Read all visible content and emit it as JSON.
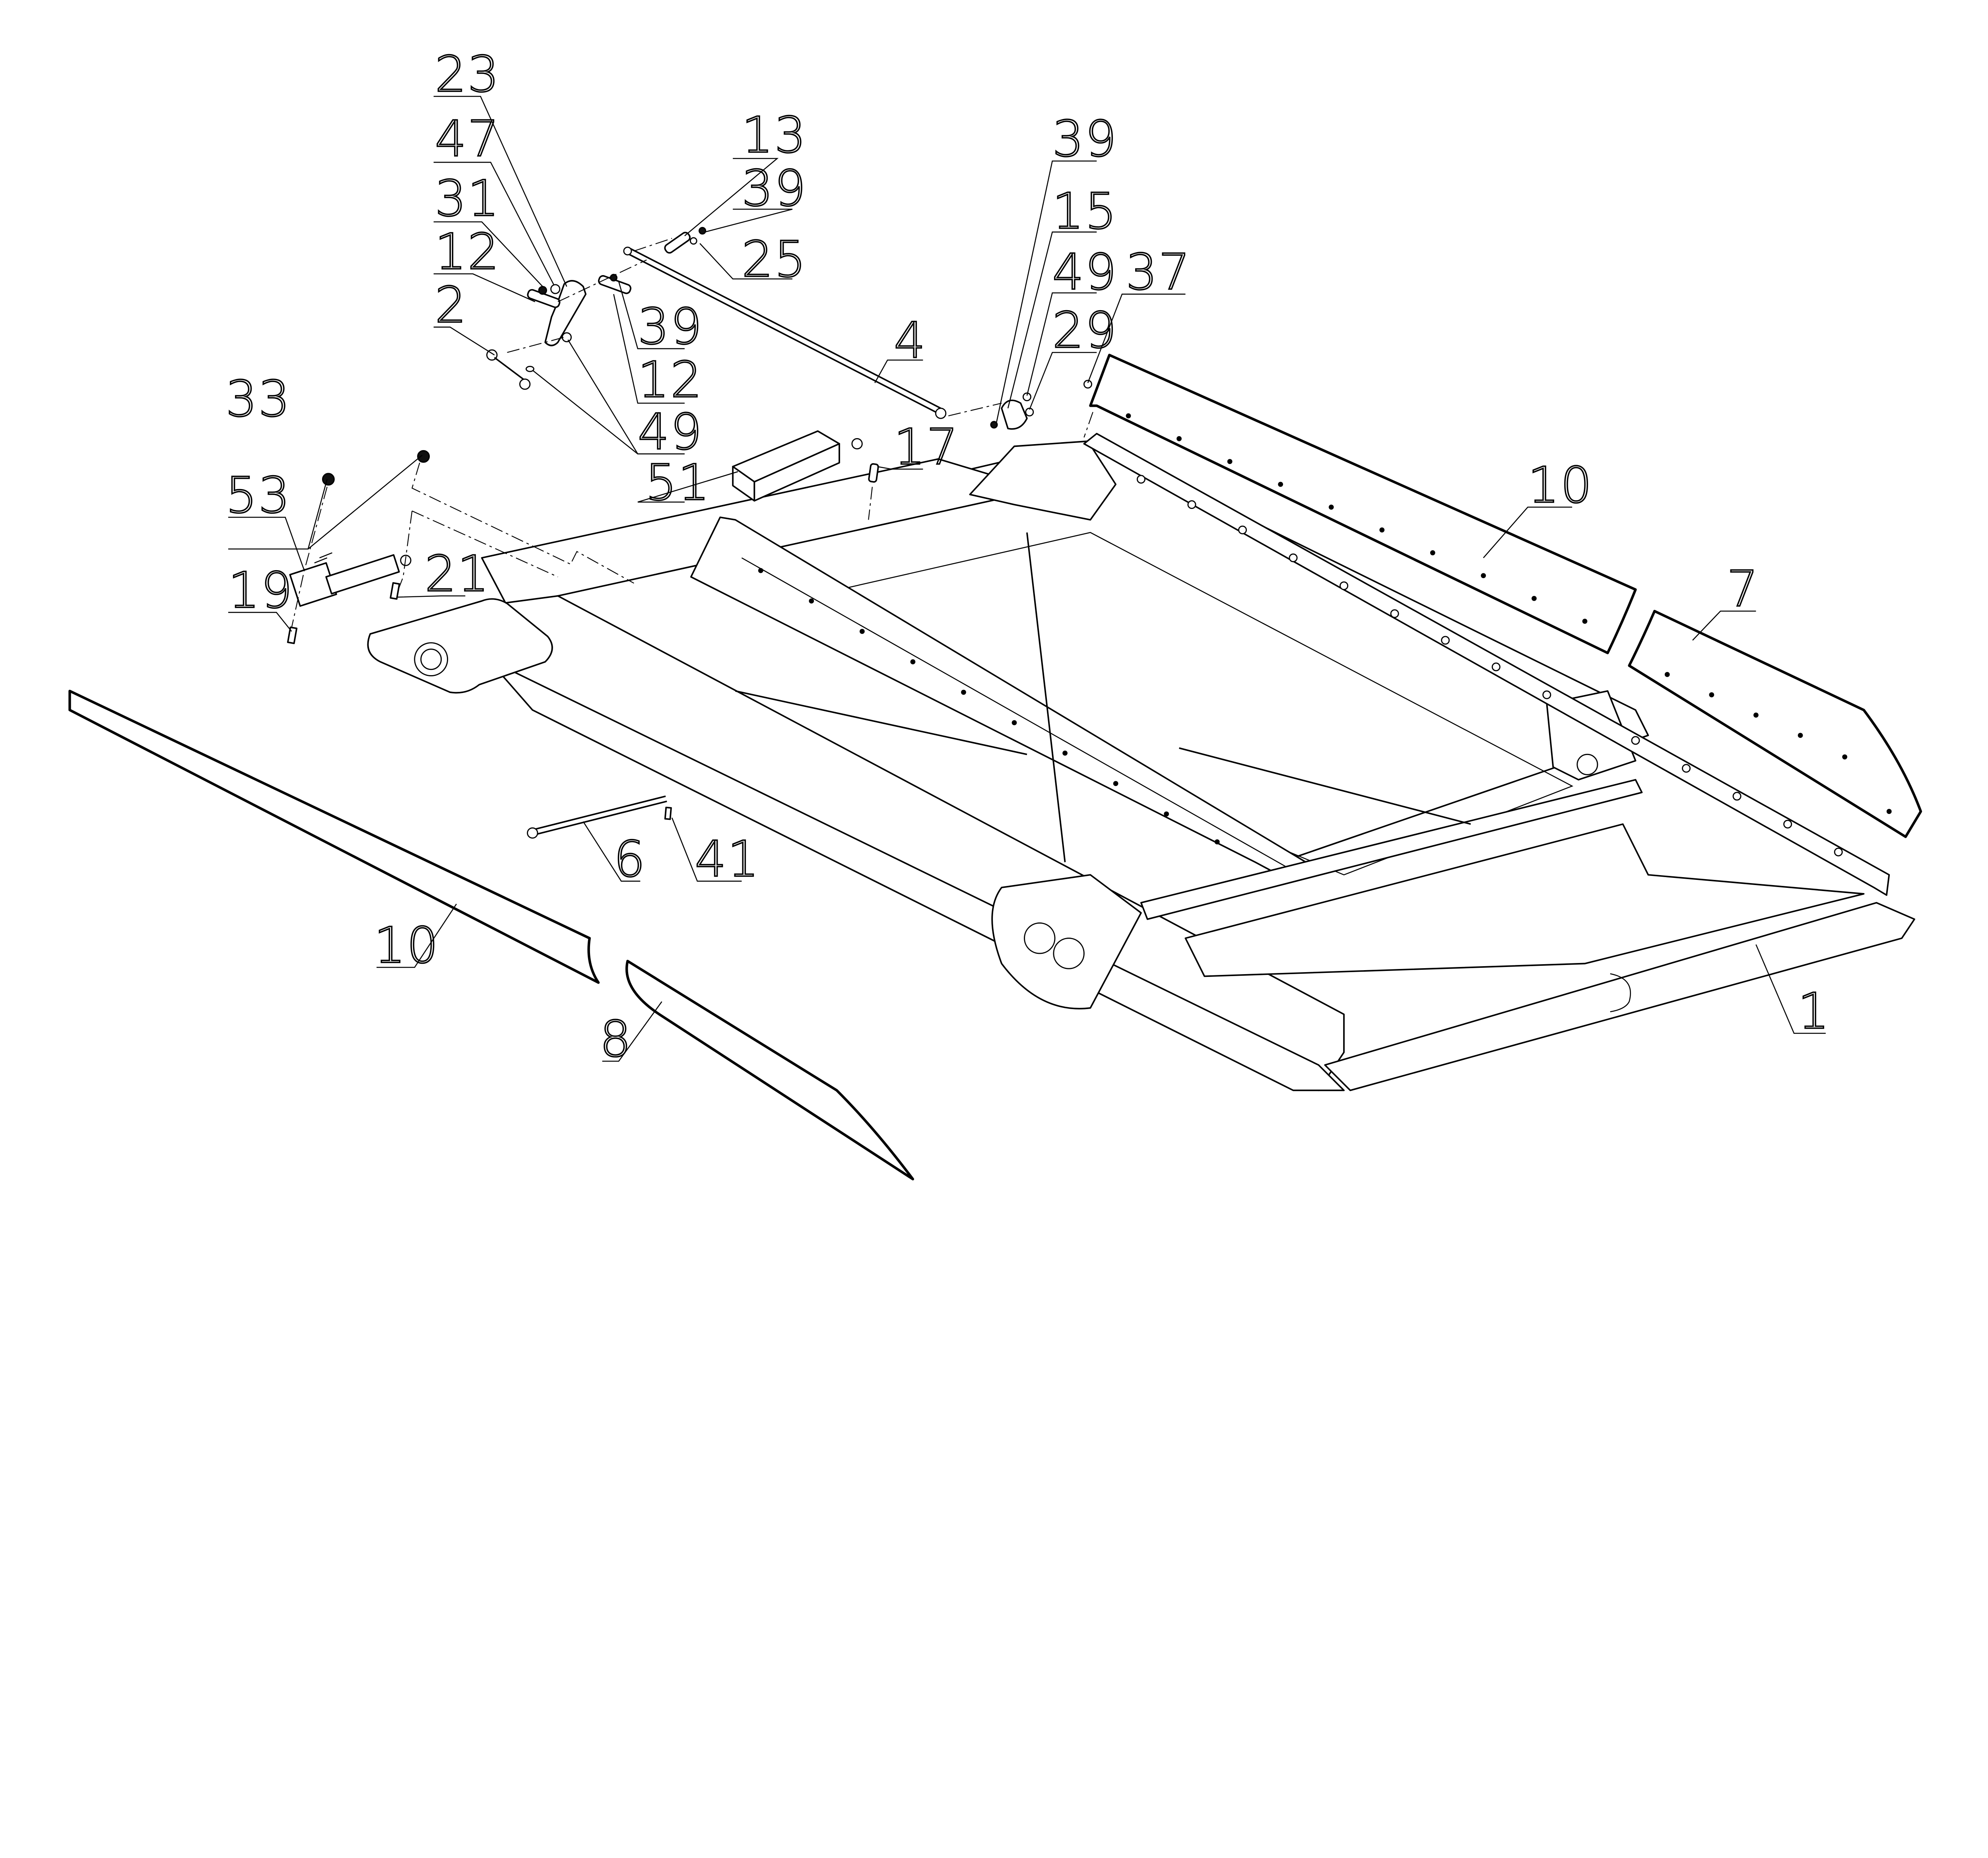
{
  "diagram": {
    "type": "exploded-parts-view",
    "colors": {
      "line": "#000000",
      "background": "#ffffff"
    },
    "callouts": [
      {
        "id": "c23",
        "label": "23"
      },
      {
        "id": "c47",
        "label": "47"
      },
      {
        "id": "c31",
        "label": "31"
      },
      {
        "id": "c12a",
        "label": "12"
      },
      {
        "id": "c2",
        "label": "2"
      },
      {
        "id": "c13",
        "label": "13"
      },
      {
        "id": "c39a",
        "label": "39"
      },
      {
        "id": "c25",
        "label": "25"
      },
      {
        "id": "c39b",
        "label": "39"
      },
      {
        "id": "c12b",
        "label": "12"
      },
      {
        "id": "c49a",
        "label": "49"
      },
      {
        "id": "c51",
        "label": "51"
      },
      {
        "id": "c4",
        "label": "4"
      },
      {
        "id": "c17",
        "label": "17"
      },
      {
        "id": "c39c",
        "label": "39"
      },
      {
        "id": "c15",
        "label": "15"
      },
      {
        "id": "c49b",
        "label": "49"
      },
      {
        "id": "c29",
        "label": "29"
      },
      {
        "id": "c37",
        "label": "37"
      },
      {
        "id": "c33",
        "label": "33"
      },
      {
        "id": "c53",
        "label": "53"
      },
      {
        "id": "c19",
        "label": "19"
      },
      {
        "id": "c21",
        "label": "21"
      },
      {
        "id": "c10a",
        "label": "10"
      },
      {
        "id": "c7",
        "label": "7"
      },
      {
        "id": "c1",
        "label": "1"
      },
      {
        "id": "c6",
        "label": "6"
      },
      {
        "id": "c41",
        "label": "41"
      },
      {
        "id": "c10b",
        "label": "10"
      },
      {
        "id": "c8",
        "label": "8"
      }
    ]
  }
}
